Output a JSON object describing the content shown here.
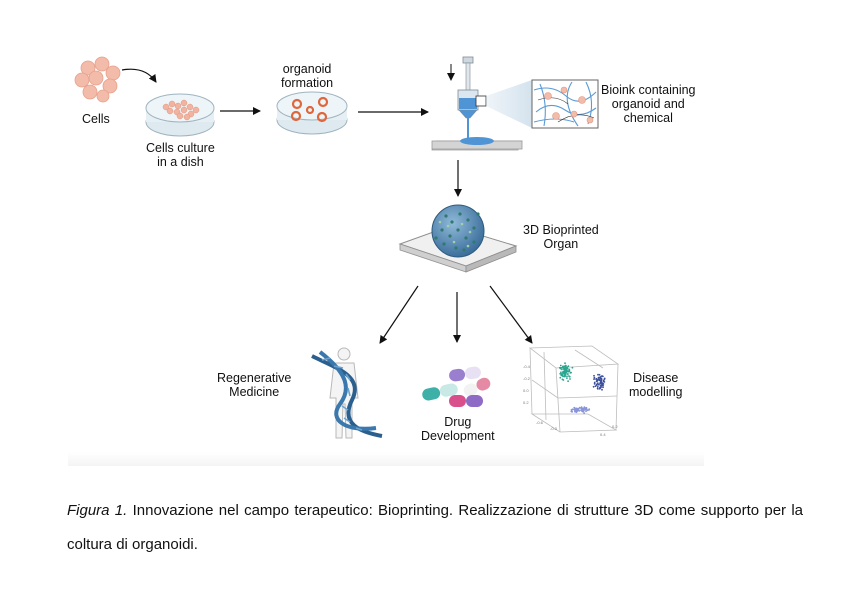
{
  "labels": {
    "cells": "Cells",
    "culture_line1": "Cells culture",
    "culture_line2": "in a dish",
    "organoid_line1": "organoid",
    "organoid_line2": "formation",
    "bioink_line1": "Bioink containing",
    "bioink_line2": "organoid and",
    "bioink_line3": "chemical",
    "organ_line1": "3D Bioprinted",
    "organ_line2": "Organ",
    "regen_line1": "Regenerative",
    "regen_line2": "Medicine",
    "drug_line1": "Drug",
    "drug_line2": "Development",
    "disease_line1": "Disease",
    "disease_line2": "modelling"
  },
  "caption": {
    "prefix": "Figura 1.",
    "text": " Innovazione nel campo terapeutico: Bioprinting. Realizzazione di strutture 3D come supporto per la coltura di organoidi."
  },
  "colors": {
    "cell": "#f2b8a5",
    "dish": "#e2edf3",
    "organoid": "#e0663c",
    "bioink": "#4f94d4",
    "organ_dots": "#2f7a6f",
    "dna": "#2b5f8e",
    "cluster_teal": "#2aa58f",
    "cluster_navy": "#3b4f9c",
    "cluster_lavender": "#8a95d8"
  },
  "icons": [
    "cell-cluster-icon",
    "petri-dish-icon",
    "bioprinter-icon",
    "organ-sphere-icon",
    "dna-helix-icon",
    "capsule-icon",
    "scatter-3d-icon"
  ]
}
